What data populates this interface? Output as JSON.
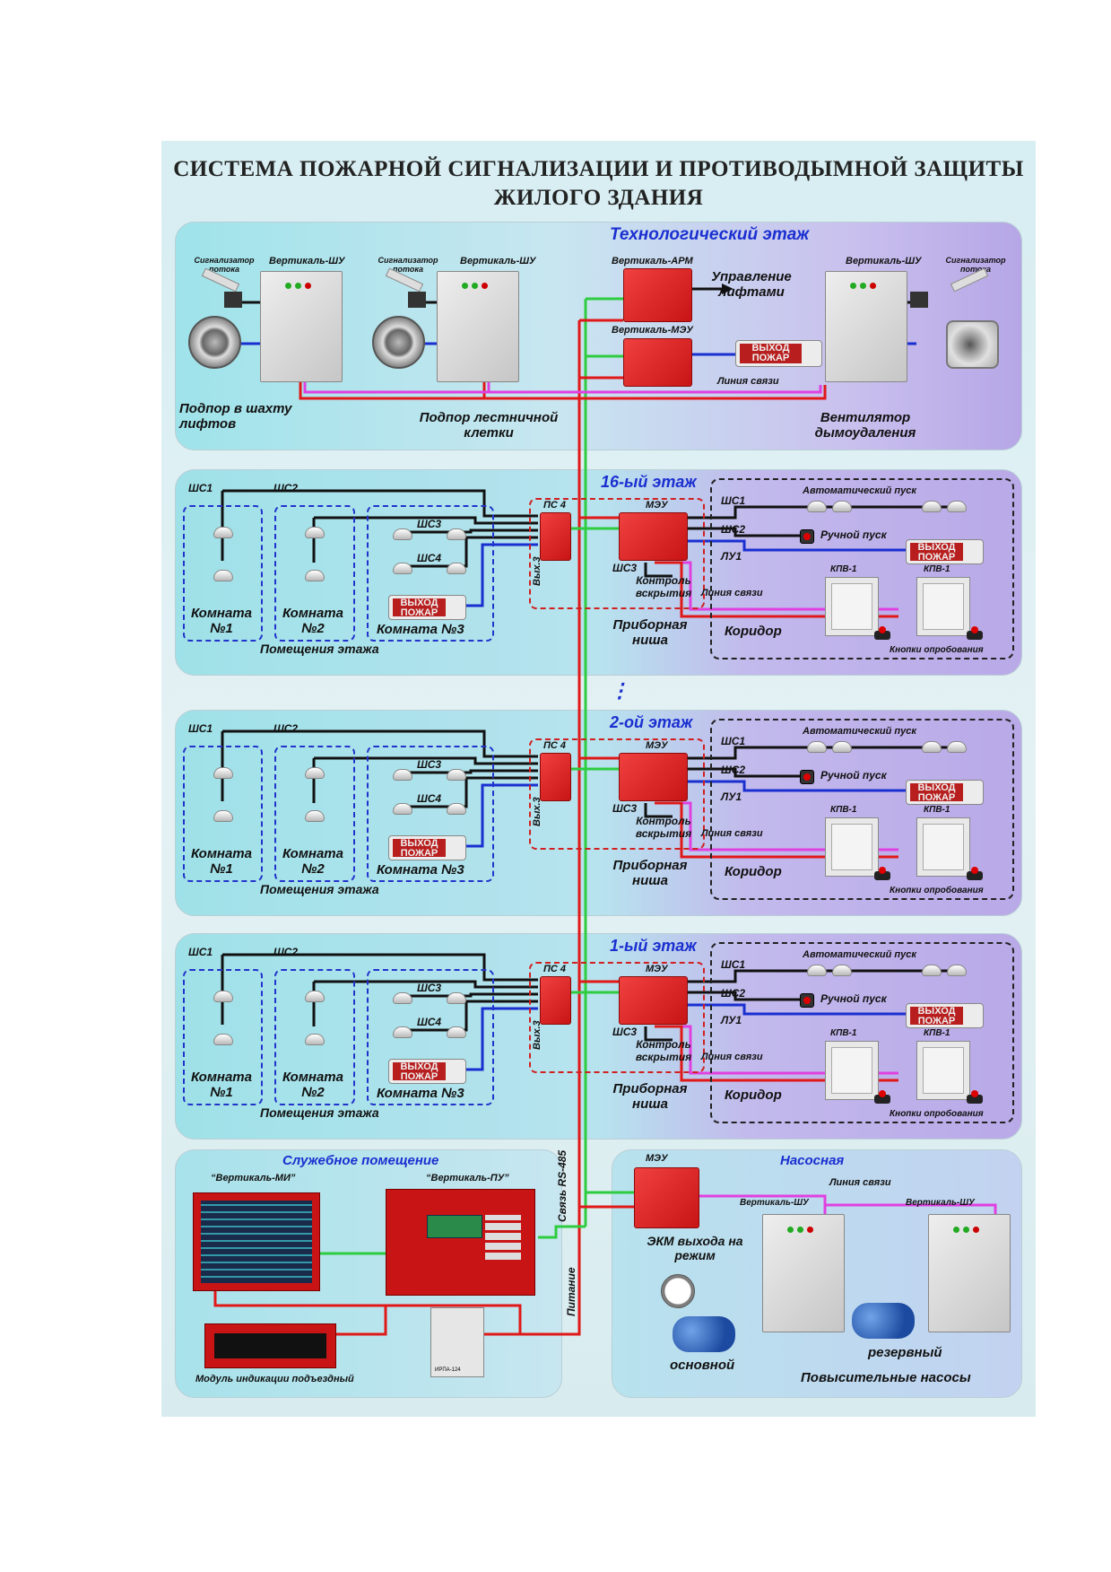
{
  "title": {
    "line1": "СИСТЕМА ПОЖАРНОЙ СИГНАЛИЗАЦИИ И ПРОТИВОДЫМНОЙ ЗАЩИТЫ",
    "line2": "ЖИЛОГО ЗДАНИЯ"
  },
  "tech_floor": {
    "title": "Технологический этаж",
    "flow_sensor": "Сигнализатор потока",
    "shu": "Вертикаль-ШУ",
    "arm": "Вертикаль-АРМ",
    "meu": "Вертикаль-МЭУ",
    "lift_control": "Управление лифтами",
    "comm_line": "Линия связи",
    "press_lift": "Подпор в шахту лифтов",
    "press_stair": "Подпор лестничной клетки",
    "smoke_fan": "Вентилятор дымоудаления"
  },
  "floors": [
    {
      "title": "16-ый этаж"
    },
    {
      "title": "2-ой этаж"
    },
    {
      "title": "1-ый этаж"
    }
  ],
  "floor_labels": {
    "shs1": "ШС1",
    "shs2": "ШС2",
    "shs3": "ШС3",
    "shs4": "ШС4",
    "ps4": "ПС 4",
    "vyh3": "Вых.3",
    "meu": "МЭУ",
    "lu1": "ЛУ1",
    "room1_a": "Комната",
    "room1_b": "№1",
    "room2_a": "Комната",
    "room2_b": "№2",
    "room3": "Комната №3",
    "rooms_caption": "Помещения этажа",
    "auto_start": "Автоматический пуск",
    "manual_start": "Ручной пуск",
    "tamper": "Контроль вскрытия",
    "comm_line": "Линия связи",
    "kpv": "КПВ-1",
    "niche": "Приборная ниша",
    "corridor": "Коридор",
    "test_buttons": "Кнопки опробования",
    "exit_top": "ВЫХОД",
    "exit_bottom": "ПОЖАР"
  },
  "continuation": "⋮",
  "service_room": {
    "title": "Служебное помещение",
    "mi": "“Вертикаль-МИ”",
    "pu": "“Вертикаль-ПУ”",
    "module": "Модуль индикации подъездный",
    "psu": "ИРПА-124"
  },
  "bus": {
    "rs485": "Связь RS-485",
    "power": "Питание"
  },
  "pump_room": {
    "title": "Насосная",
    "meu": "МЭУ",
    "comm_line": "Линия связи",
    "shu": "Вертикаль-ШУ",
    "ekm": "ЭКМ выхода на режим",
    "main": "основной",
    "reserve": "резервный",
    "pumps": "Повысительные насосы"
  }
}
